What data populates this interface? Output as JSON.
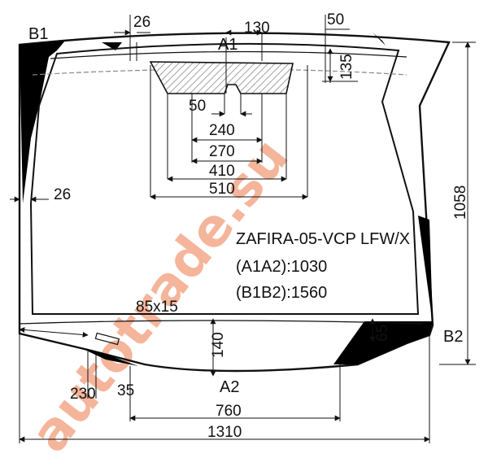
{
  "watermark": "autotrade.su",
  "labels": {
    "b1": "B1",
    "b2": "B2",
    "a1": "A1",
    "a2": "A2"
  },
  "dimensions": {
    "top_26": "26",
    "top_130": "130",
    "top_50": "50",
    "right_135": "135",
    "center_50": "50",
    "center_240": "240",
    "center_270": "270",
    "center_410": "410",
    "center_510": "510",
    "left_26": "26",
    "right_1058": "1058",
    "mirror_85x15": "85x15",
    "bottom_140": "140",
    "corner_65": "65",
    "bottom_230": "230",
    "bottom_35": "35",
    "bottom_760": "760",
    "bottom_1310": "1310"
  },
  "info": {
    "model": "ZAFIRA-05-VCP LFW/X",
    "a1a2": "(A1A2):1030",
    "b1b2": "(B1B2):1560"
  },
  "colors": {
    "outline": "#111111",
    "dash": "#888888",
    "watermark": "#f4a98a",
    "black_fill": "#000000"
  }
}
